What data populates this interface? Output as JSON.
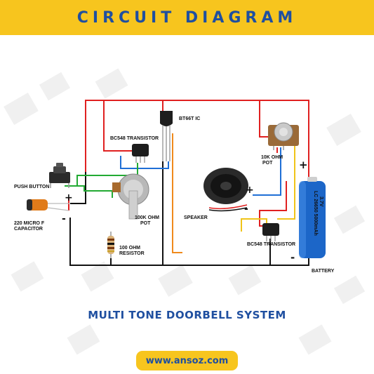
{
  "header": {
    "title": "CIRCUIT DIAGRAM"
  },
  "labels": {
    "push_button": "PUSH BUTTON",
    "capacitor_line1": "220 MICRO F",
    "capacitor_line2": "CAPACITOR",
    "transistor_top": "BC548 TRANSISTOR",
    "ic": "BT66T IC",
    "pot_100k_line1": "100K OHM",
    "pot_100k_line2": "POT",
    "resistor_line1": "100 OHM",
    "resistor_line2": "RESISTOR",
    "speaker": "SPEAKER",
    "pot_10k_line1": "10K OHM",
    "pot_10k_line2": "POT",
    "transistor_bottom": "BC548 TRANSISTOR",
    "battery": "BATTERY",
    "battery_marking_line1": "LC 26650 5000mAh",
    "battery_marking_line2": "3.7V"
  },
  "polarity": {
    "cap_plus": "+",
    "cap_minus": "-",
    "speaker_plus": "+",
    "speaker_minus": "-",
    "battery_plus": "+",
    "battery_minus": "-"
  },
  "subtitle": "MULTI TONE DOORBELL  SYSTEM",
  "website": "www.ansoz.com",
  "colors": {
    "brand_yellow": "#f7c51e",
    "brand_blue": "#1f4fa0",
    "wire_red": "#e02020",
    "wire_black": "#111111",
    "wire_blue": "#1f6fd6",
    "wire_green": "#22aa33",
    "wire_orange": "#f08a1c",
    "wire_yellow": "#f0c419",
    "battery_blue": "#1c66c8"
  }
}
